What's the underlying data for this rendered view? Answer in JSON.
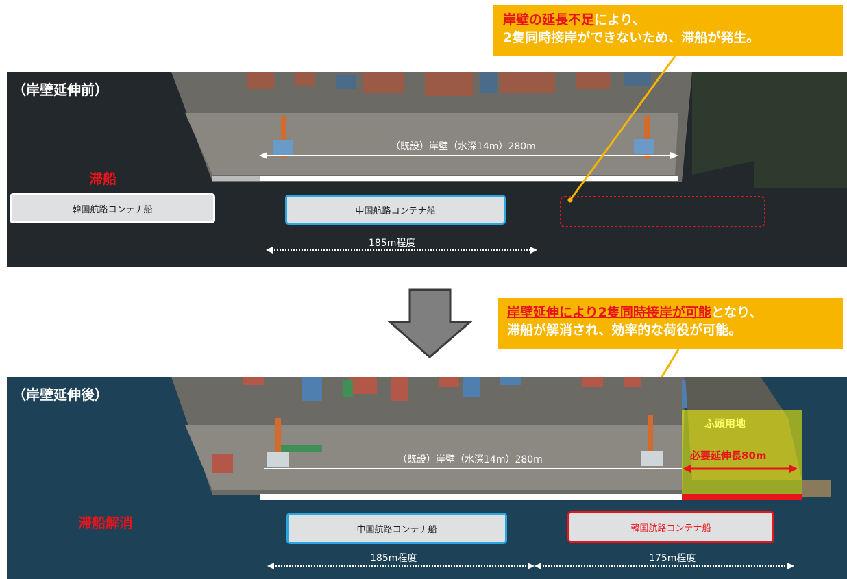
{
  "callout_top": {
    "highlight": "岸壁の延長不足",
    "rest_line1": "により、",
    "line2": "2隻同時接岸ができないため、滞船が発生。"
  },
  "callout_bottom": {
    "highlight": "岸壁延伸により2隻同時接岸が可能",
    "rest_line1": "となり、",
    "line2": "滞船が解消され、効率的な荷役が可能。"
  },
  "before": {
    "title": "（岸壁延伸前）",
    "status": "滞船",
    "quay_label": "（既設）岸壁（水深14m）280m",
    "ship_waiting": "韓国航路コンテナ船",
    "ship_berthed": "中国航路コンテナ船",
    "ship_length": "185m程度"
  },
  "after": {
    "title": "（岸壁延伸後）",
    "status": "滞船解消",
    "quay_label": "（既設）岸壁（水深14m）280m",
    "yard_label": "ふ頭用地",
    "extension_label": "必要延伸長80m",
    "ship_china": "中国航路コンテナ船",
    "ship_korea": "韓国航路コンテナ船",
    "ship_china_length": "185m程度",
    "ship_korea_length": "175m程度"
  },
  "colors": {
    "callout": "#f7b500",
    "highlight_red": "#e8141b",
    "china_ship_border": "#2aa7e0",
    "extension_zone": "#ffff00"
  },
  "icons": [
    "down-arrow-icon"
  ]
}
